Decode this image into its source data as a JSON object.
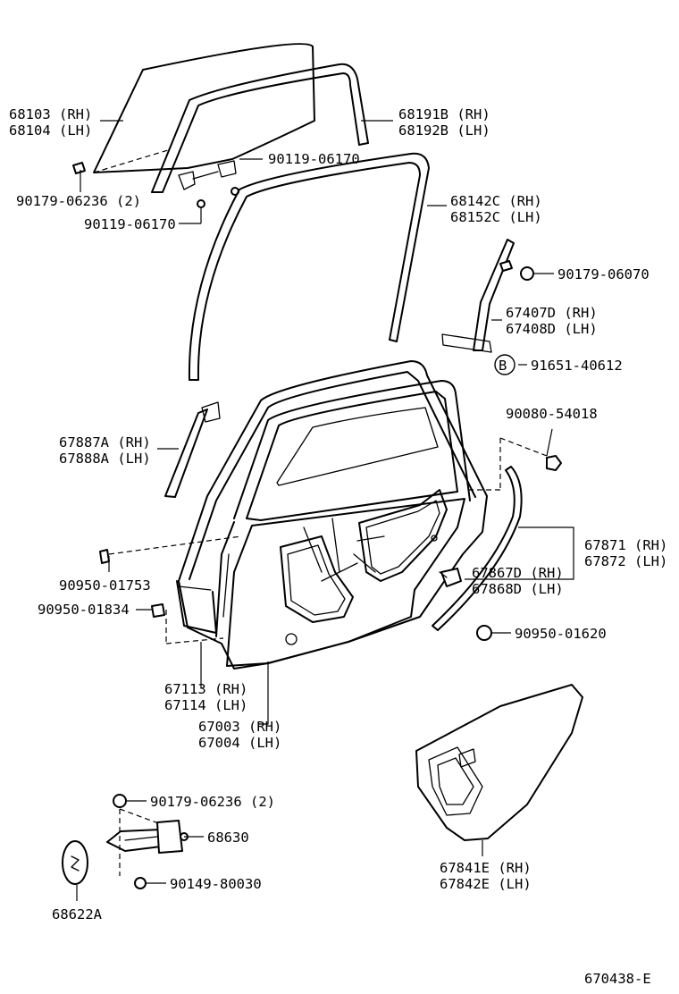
{
  "labels": {
    "p68103": "68103 (RH)",
    "p68104": "68104 (LH)",
    "p68191B": "68191B (RH)",
    "p68192B": "68192B (LH)",
    "p90119a": "90119-06170",
    "p90179a": "90179-06236 (2)",
    "p90119b": "90119-06170",
    "p68142C": "68142C (RH)",
    "p68152C": "68152C (LH)",
    "p90179b": "90179-06070",
    "p67407D": "67407D (RH)",
    "p67408D": "67408D (LH)",
    "pB": "B",
    "p91651": "91651-40612",
    "p90080": "90080-54018",
    "p67887A": "67887A (RH)",
    "p67888A": "67888A (LH)",
    "p67871": "67871 (RH)",
    "p67872": "67872 (LH)",
    "p67867D": "67867D (RH)",
    "p67868D": "67868D (LH)",
    "p90950a": "90950-01753",
    "p90950b": "90950-01834",
    "p90950c": "90950-01620",
    "p67113": "67113 (RH)",
    "p67114": "67114 (LH)",
    "p67003": "67003 (RH)",
    "p67004": "67004 (LH)",
    "p90179c": "90179-06236 (2)",
    "p68630": "68630",
    "p90149": "90149-80030",
    "p68622A": "68622A",
    "p67841E": "67841E (RH)",
    "p67842E": "67842E (LH)",
    "figure_id": "670438-E"
  }
}
